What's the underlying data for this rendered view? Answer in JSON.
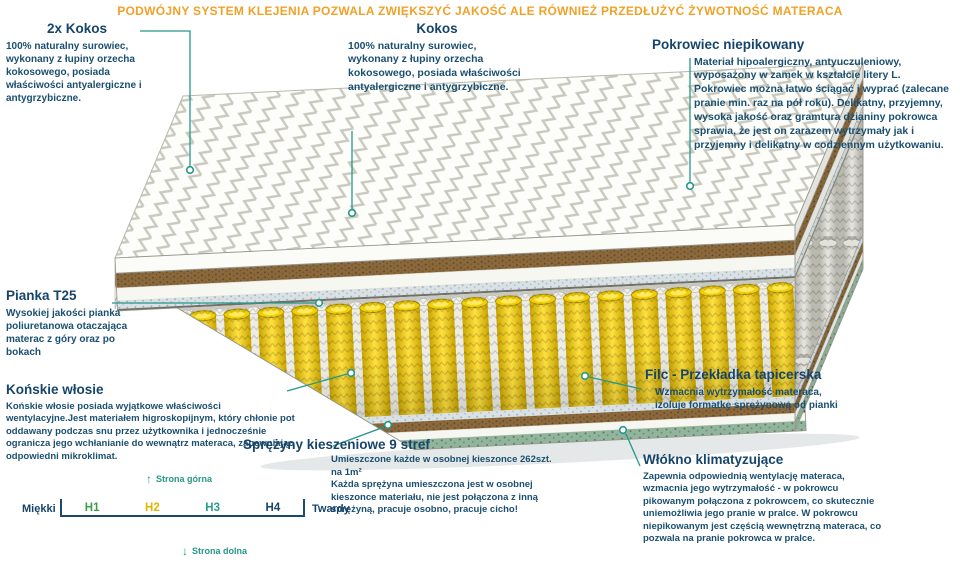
{
  "banner": {
    "text": "PODWÓJNY SYSTEM KLEJENIA POZWALA ZWIĘKSZYĆ JAKOŚĆ ALE RÓWNIEŻ PRZEDŁUŻYĆ ŻYWOTNOŚĆ MATERACA",
    "color": "#F0A228"
  },
  "annotations": {
    "kokos_left": {
      "title": "2x Kokos",
      "body": "100% naturalny surowiec, wykonany z łupiny orzecha kokosowego, posiada właściwości antyalergiczne i antygrzybiczne."
    },
    "kokos_mid": {
      "title": "Kokos",
      "body": "100% naturalny surowiec, wykonany z łupiny orzecha kokosowego, posiada właściwości antyalergiczne i antygrzybiczne."
    },
    "pokrowiec": {
      "title": "Pokrowiec niepikowany",
      "body": "Materiał hipoalergiczny, antyuczuleniowy, wyposażony w zamek w kształcie litery L. Pokrowiec można łatwo ściągać i wyprać (zalecane pranie min. raz na pół roku). Delikatny, przyjemny, wysoka jakość oraz gramtura dzianiny pokrowca sprawia, że jest on zarazem wytrzymały jak i przyjemny i delikatny w codziennym użytkowaniu."
    },
    "pianka": {
      "title": "Pianka T25",
      "body": "Wysokiej jakości pianka poliuretanowa otaczająca materac z góry oraz po bokach"
    },
    "konskie": {
      "title": "Końskie włosie",
      "body": "Końskie włosie posiada wyjątkowe właściwości wentylacyjne.Jest materiałem higroskopijnym, który chłonie pot oddawany podczas snu przez użytkownika i jednocześnie ogranicza jego wchłanianie do wewnątrz materaca, zapewniając odpowiedni mikroklimat."
    },
    "sprezyny": {
      "title": "Sprężyny kieszeniowe 9 stref",
      "body1": "Umieszczone każde w osobnej kieszonce 262szt. na 1m²",
      "body2": "Każda sprężyna umieszczona jest w osobnej kieszonce materiału, nie jest połączona z inną sprężyną, pracuje osobno, pracuje cicho!"
    },
    "filc": {
      "title": "Filc - Przekładka tapicerska",
      "body": "Wzmacnia wytrzymałość materaca, izoluje formatkę sprężynową od pianki"
    },
    "wlokno": {
      "title": "Włókno klimatyzujące",
      "body": "Zapewnia odpowiednią wentylację materaca, wzmacnia jego wytrzymałość - w pokrowcu pikowanym połączona z pokrowcem, co skutecznie uniemożliwia jego pranie w pralce. W pokrowcu niepikowanym jest częścią wewnętrzną materaca, co pozwala na pranie pokrowca w pralce."
    }
  },
  "scale": {
    "soft": "Miękki",
    "hard": "Twardy",
    "top_side": {
      "icon": "↑",
      "label": "Strona górna"
    },
    "bottom_side": {
      "icon": "↓",
      "label": "Strona dolna"
    },
    "levels": [
      {
        "label": "H1",
        "color": "#3F9D46"
      },
      {
        "label": "H2",
        "color": "#E0B400"
      },
      {
        "label": "H3",
        "color": "#2A9D8F"
      },
      {
        "label": "H4",
        "color": "#14476B"
      }
    ]
  },
  "colors": {
    "accent_teal": "#27988A",
    "navy": "#17456A",
    "spring_yellow": "#F5D800",
    "kokos_brown": "#8A683C"
  }
}
